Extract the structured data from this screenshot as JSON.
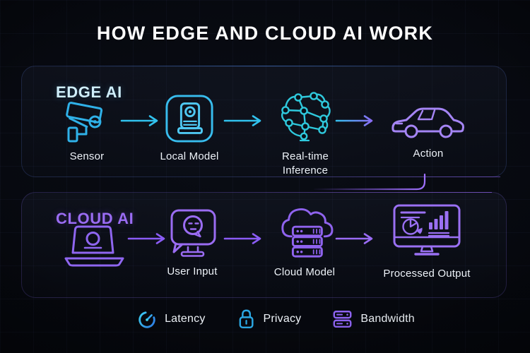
{
  "title": "HOW EDGE AND CLOUD AI WORK",
  "edge_ai": {
    "heading": "EDGE AI",
    "steps": [
      {
        "icon": "cctv-camera-icon",
        "label": "Sensor"
      },
      {
        "icon": "local-model-icon",
        "label": "Local Model"
      },
      {
        "icon": "neural-network-icon",
        "label": "Real-time Inference"
      },
      {
        "icon": "car-icon",
        "label": "Action"
      }
    ]
  },
  "cloud_ai": {
    "heading": "CLOUD AI",
    "device_icon": "laptop-icon",
    "steps": [
      {
        "icon": "chat-bubble-icon",
        "label": "User Input"
      },
      {
        "icon": "cloud-server-icon",
        "label": "Cloud Model"
      },
      {
        "icon": "dashboard-monitor-icon",
        "label": "Processed Output"
      }
    ]
  },
  "legend": {
    "items": [
      {
        "icon": "gauge-icon",
        "label": "Latency"
      },
      {
        "icon": "padlock-icon",
        "label": "Privacy"
      },
      {
        "icon": "server-stack-icon",
        "label": "Bandwidth"
      }
    ]
  },
  "colors": {
    "background": "#06080e",
    "panel_border_blue": "#3a5ad0",
    "panel_border_purple": "#7b5ce0",
    "edge_accent": "#31c2ee",
    "edge_heading": "#cfeefb",
    "cloud_accent": "#8b5cf6",
    "cloud_heading": "#9a6cf3",
    "label_text": "#edf2f8",
    "title_text": "#ffffff"
  }
}
